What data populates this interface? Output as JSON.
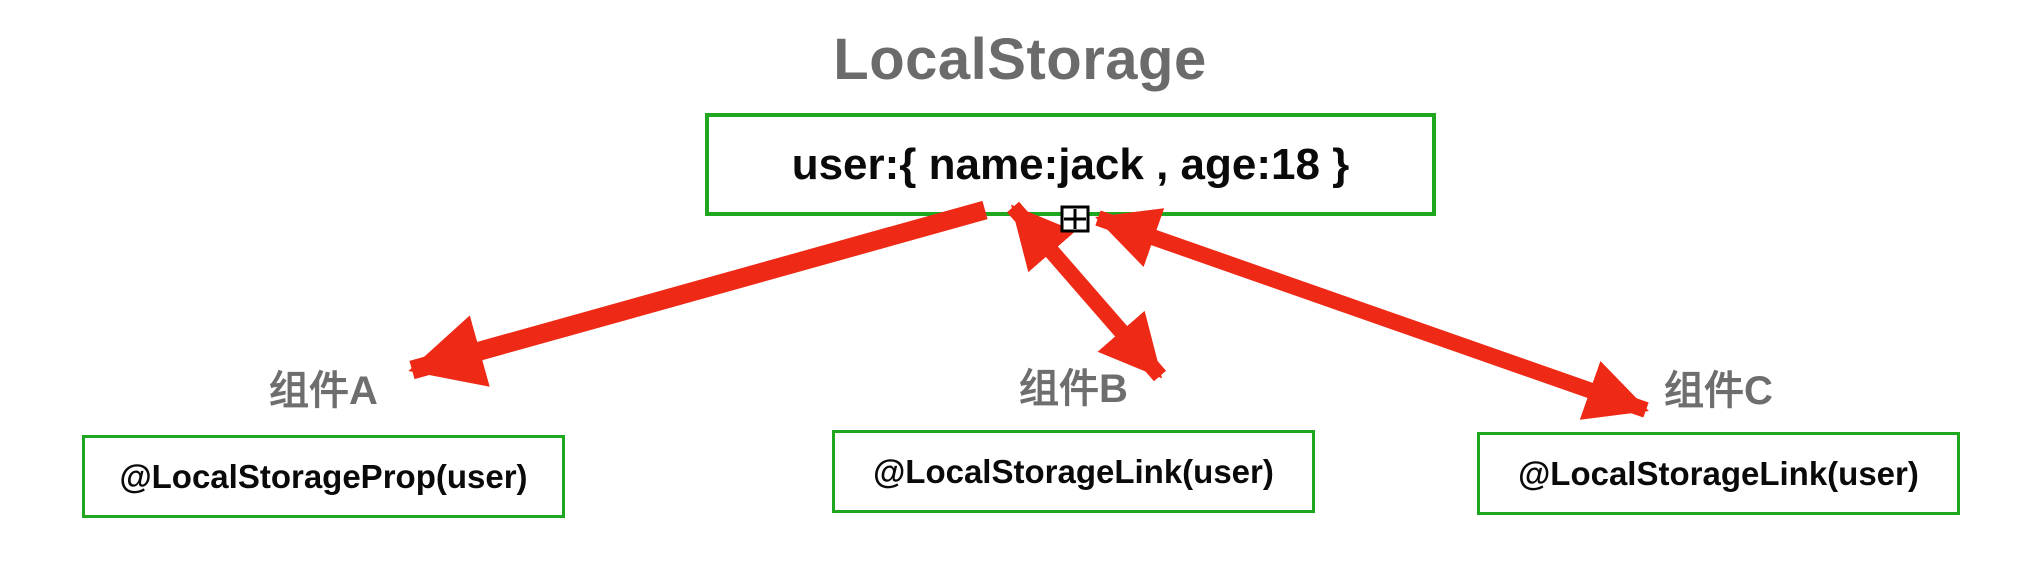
{
  "title": "LocalStorage",
  "storage_box": {
    "value": "user:{ name:jack , age:18 }"
  },
  "components": [
    {
      "id": "A",
      "label": "组件A",
      "decorator": "@LocalStorageProp(user)"
    },
    {
      "id": "B",
      "label": "组件B",
      "decorator": "@LocalStorageLink(user)"
    },
    {
      "id": "C",
      "label": "组件C",
      "decorator": "@LocalStorageLink(user)"
    }
  ],
  "arrows": [
    {
      "from": "LocalStorage",
      "to": "组件A",
      "bidirectional": false
    },
    {
      "from": "LocalStorage",
      "to": "组件B",
      "bidirectional": true
    },
    {
      "from": "LocalStorage",
      "to": "组件C",
      "bidirectional": true
    }
  ],
  "icons": {
    "cursor": "crosshair-plus-cursor"
  },
  "colors": {
    "box_border": "#1fa81f",
    "arrow": "#ee2a16",
    "title_gray": "#6b6b6b",
    "label_gray": "#6e6e6e",
    "text_black": "#0a0a0a"
  }
}
